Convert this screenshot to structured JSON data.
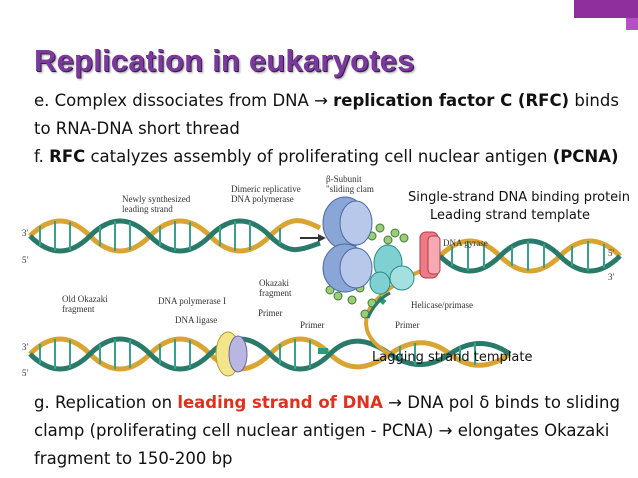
{
  "title": "Replication in eukaryotes",
  "para_e": {
    "lead": "e. Complex dissociates from DNA ",
    "arrow": "→",
    "bold": "replication factor C (RFC)",
    "tail": " binds",
    "line2": "to RNA-DNA short thread"
  },
  "para_f": {
    "lead": "f. ",
    "rfc": "RFC",
    "mid": " catalyzes assembly of proliferating cell nuclear antigen ",
    "pcna": "(PCNA)"
  },
  "figure": {
    "labels": {
      "newly_synth_1": "Newly synthesized",
      "newly_synth_2": "leading strand",
      "dimeric_1": "Dimeric replicative",
      "dimeric_2": "DNA polymerase",
      "beta_1": "β-Subunit",
      "beta_2": "\"sliding clam",
      "ssb": "Single-strand DNA binding protein",
      "leading_template": "Leading strand template",
      "gyrase": "DNA gyrase",
      "okazaki_1": "Okazaki",
      "okazaki_2": "fragment",
      "old_okazaki_1": "Old Okazaki",
      "old_okazaki_2": "fragment",
      "pol1": "DNA polymerase I",
      "ligase": "DNA ligase",
      "primer_a": "Primer",
      "primer_b": "Primer",
      "primer_c": "Primer",
      "helicase": "Helicase/primase",
      "lagging_template": "Lagging strand template",
      "three_prime_a": "3′",
      "five_prime_a": "5′",
      "three_prime_b": "3′",
      "five_prime_b": "5′",
      "five_prime_r": "5′",
      "three_prime_r": "3′"
    }
  },
  "para_g": {
    "lead": "g. Replication on ",
    "red": "leading strand of DNA",
    "arrow": " → ",
    "mid": "DNA pol δ binds to sliding",
    "line2a": "clamp (proliferating cell nuclear antigen - PCNA) ",
    "arrow2": "→",
    "line2b": " elongates Okazaki",
    "line3": "fragment to 150-200 bp"
  },
  "colors": {
    "title": "#7a3a9b",
    "accent_corner": "#8f2f9e",
    "highlight_red": "#e0301e",
    "helix_gold": "#d9a431",
    "helix_rungs_teal": "#2a8a7a",
    "polymerase_blue": "#8aa6d6",
    "ssb_green": "#9ccc78",
    "helicase_teal": "#7fd0d0",
    "gyrase_pink": "#ee7a86",
    "ligase_yellow": "#f3e58a"
  }
}
